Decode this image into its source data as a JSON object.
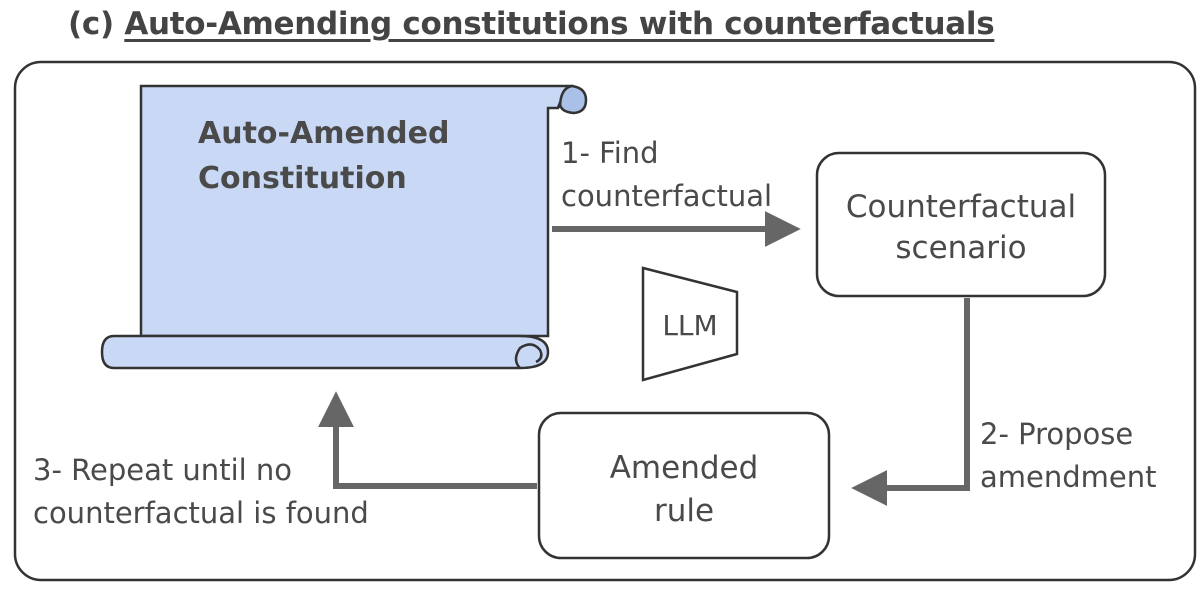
{
  "title": {
    "prefix": "(c)",
    "text": "Auto-Amending constitutions with counterfactuals"
  },
  "scroll": {
    "line1": "Auto-Amended",
    "line2": "Constitution"
  },
  "nodes": {
    "counterfactual": {
      "line1": "Counterfactual",
      "line2": "scenario"
    },
    "amended": {
      "line1": "Amended",
      "line2": "rule"
    },
    "llm": {
      "label": "LLM"
    }
  },
  "steps": {
    "step1": {
      "line1": "1- Find",
      "line2": "counterfactual"
    },
    "step2": {
      "line1": "2- Propose",
      "line2": "amendment"
    },
    "step3": {
      "line1": "3- Repeat until no",
      "line2": "counterfactual is found"
    }
  },
  "colors": {
    "scroll_fill": "#c9d9f5",
    "scroll_curl": "#a9c0e8",
    "stroke": "#333333",
    "arrow": "#666666",
    "text": "#4a4a4a"
  }
}
